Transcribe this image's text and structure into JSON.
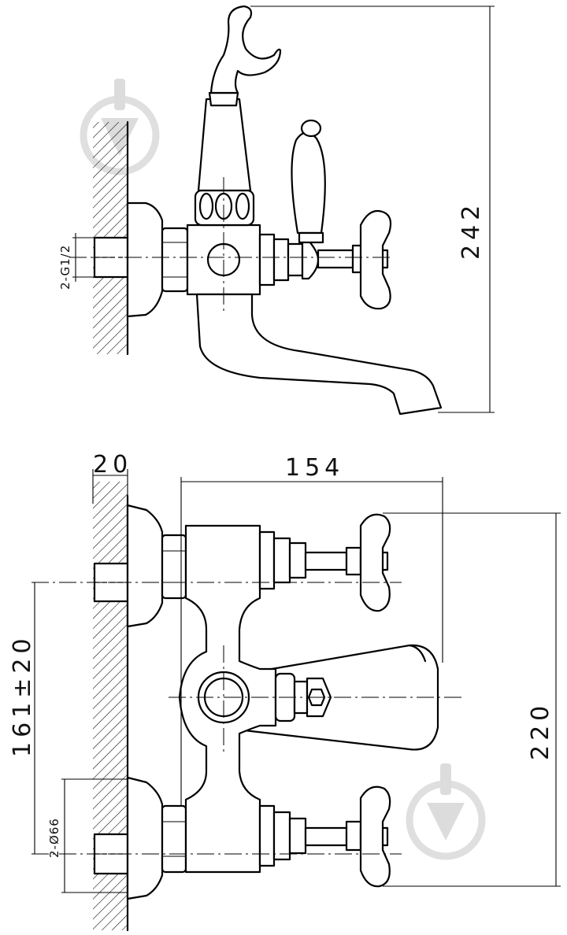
{
  "dimensions": {
    "side_height": "242",
    "thread": "2-G1/2",
    "wall_offset": "20",
    "total_width": "154",
    "center_distance": "161±20",
    "flange": "2-Ø66",
    "total_height": "220"
  },
  "icons": {
    "watermark_top": "watermark-logo-icon",
    "watermark_bottom": "watermark-logo-icon"
  },
  "colors": {
    "line": "#000000",
    "background": "#ffffff",
    "watermark": "#d9d9d9"
  }
}
